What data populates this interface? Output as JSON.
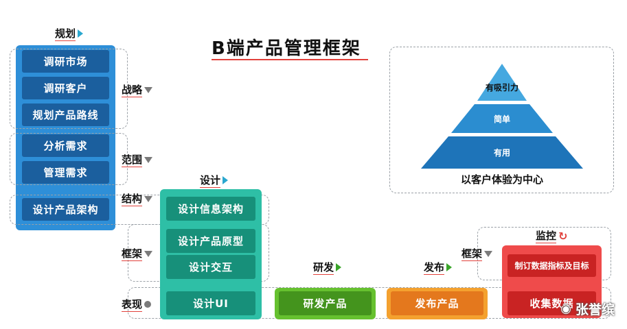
{
  "title": "B端产品管理框架",
  "stage_headers": {
    "plan": "规划",
    "design": "设计",
    "develop": "研发",
    "release": "发布",
    "monitor": "监控"
  },
  "layers": {
    "strategy": "战略",
    "scope": "范围",
    "structure": "结构",
    "framework": "框架",
    "framework_right": "框架",
    "surface": "表现"
  },
  "plan_items": [
    "调研市场",
    "调研客户",
    "规划产品路线",
    "分析需求",
    "管理需求",
    "设计产品架构"
  ],
  "design_items": [
    "设计信息架构",
    "设计产品原型",
    "设计交互",
    "设计UI"
  ],
  "develop_item": "研发产品",
  "release_item": "发布产品",
  "monitor_items": [
    "制订数据指标及目标",
    "收集数据"
  ],
  "pyramid": {
    "levels": [
      "有吸引力",
      "简单",
      "有用"
    ],
    "caption": "以客户体验为中心",
    "colors": [
      "#45a8e0",
      "#2b8dd0",
      "#1e74b9"
    ]
  },
  "watermark": "张誉缤",
  "colors": {
    "plan": "#2e8fd8",
    "design": "#2ebfa6",
    "develop": "#66c12f",
    "release": "#f4a12f",
    "monitor": "#ef4b4b",
    "accent": "#e1413b"
  }
}
